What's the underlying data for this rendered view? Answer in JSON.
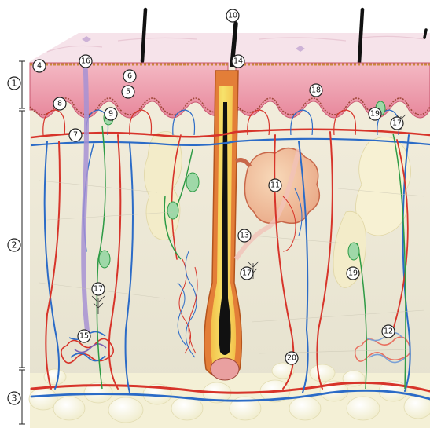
{
  "figure": {
    "callouts": [
      "4",
      "16",
      "6",
      "5",
      "8",
      "9",
      "7",
      "10",
      "14",
      "18",
      "19",
      "17",
      "11",
      "13",
      "17",
      "19",
      "15",
      "17",
      "12",
      "20"
    ],
    "layer_markers": [
      "1",
      "2",
      "3"
    ]
  }
}
